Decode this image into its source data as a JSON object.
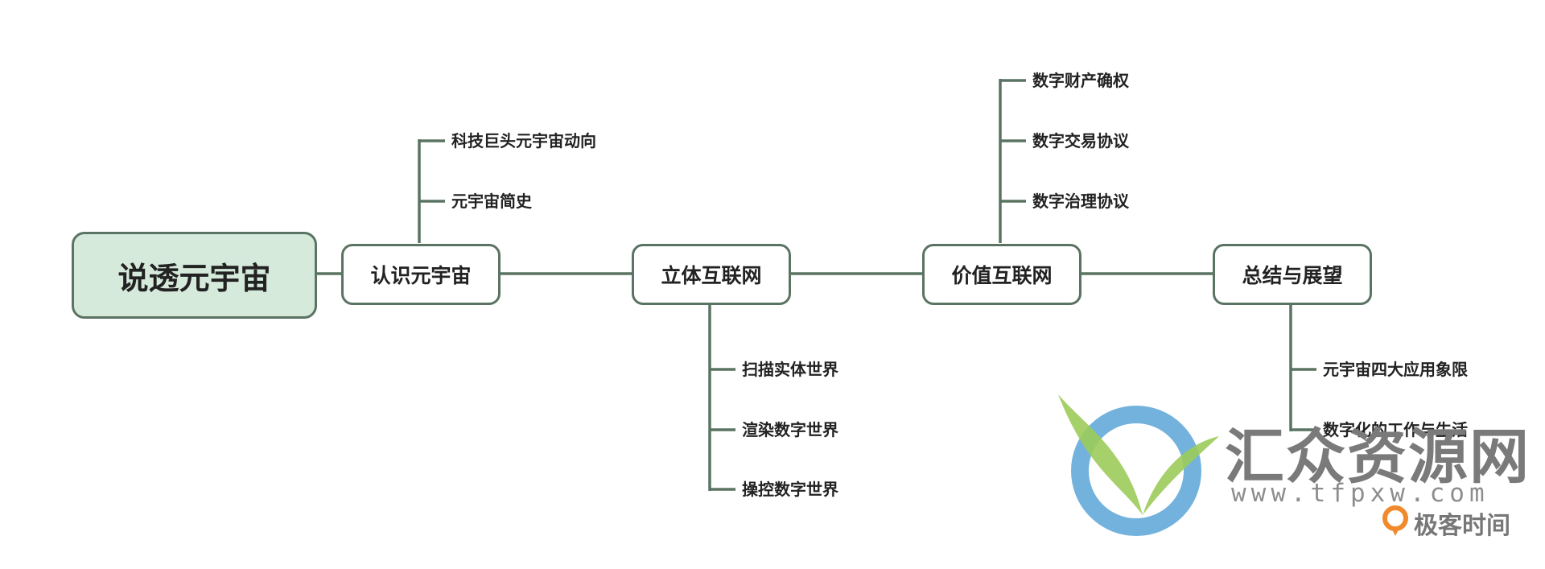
{
  "mindmap": {
    "root": "说透元宇宙",
    "main": [
      {
        "label": "认识元宇宙",
        "children": [
          "科技巨头元宇宙动向",
          "元宇宙简史"
        ]
      },
      {
        "label": "立体互联网",
        "children": [
          "扫描实体世界",
          "渲染数字世界",
          "操控数字世界"
        ]
      },
      {
        "label": "价值互联网",
        "children": [
          "数字财产确权",
          "数字交易协议",
          "数字治理协议"
        ]
      },
      {
        "label": "总结与展望",
        "children": [
          "元宇宙四大应用象限",
          "数字化的工作与生活"
        ]
      }
    ]
  },
  "watermark": {
    "site_name": "汇众资源网",
    "url": "www.tfpxw.com",
    "brand": "极客时间"
  },
  "colors": {
    "line": "#5a7362",
    "root_fill": "#d6eadc",
    "logo_green": "#9ccb5a",
    "logo_blue": "#5aa4d6",
    "brand_orange": "#f08a2c"
  }
}
